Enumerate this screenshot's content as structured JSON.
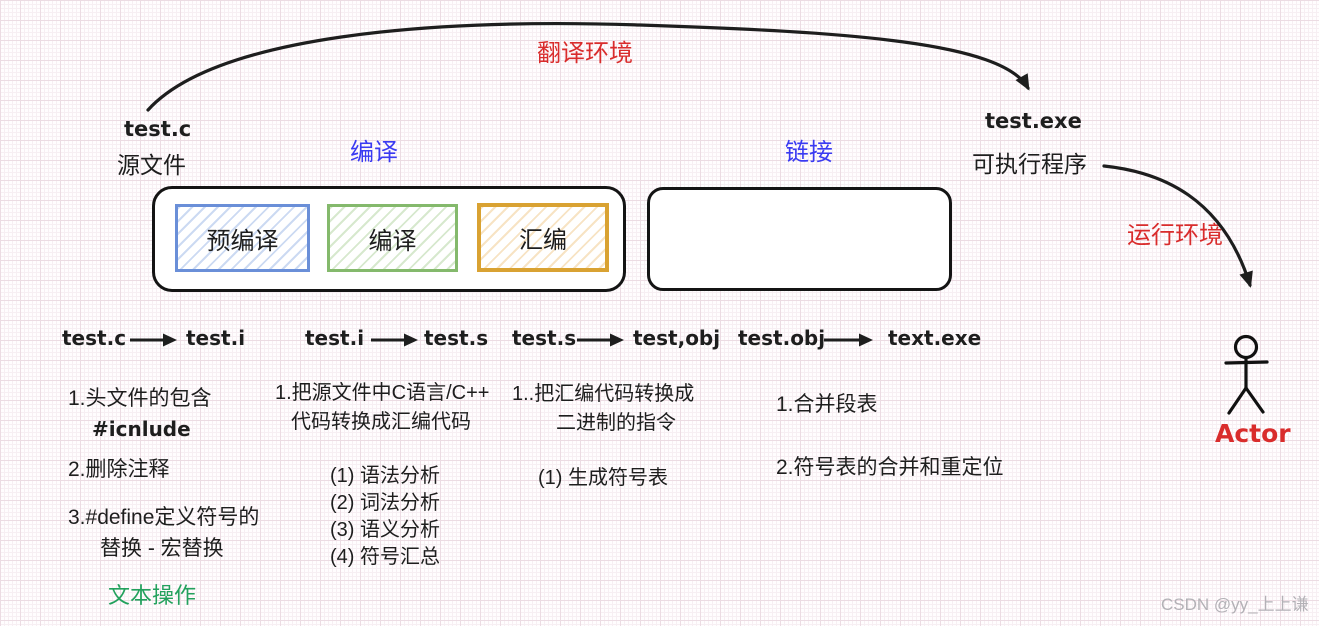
{
  "colors": {
    "red": "#d92c2c",
    "blue": "#3a3af2",
    "green": "#23a15d",
    "stage_blue_border": "#6a8fd8",
    "stage_green_border": "#84b96c",
    "stage_orange_border": "#d9a232",
    "ink": "#1e1e1e",
    "watermark_gray": "#b3b1b6"
  },
  "labels": {
    "translation_env": "翻译环境",
    "run_env": "运行环境",
    "compile": "编译",
    "link": "链接",
    "source_file_name": "test.c",
    "source_file_caption": "源文件",
    "exe_file_name": "test.exe",
    "exe_file_caption": "可执行程序",
    "actor": "Actor"
  },
  "stages": [
    {
      "label": "预编译"
    },
    {
      "label": "编译"
    },
    {
      "label": "汇编"
    }
  ],
  "file_flow": [
    {
      "from": "test.c",
      "to": "test.i"
    },
    {
      "from": "test.i",
      "to": "test.s"
    },
    {
      "from": "test.s",
      "to": "test,obj"
    },
    {
      "from": "test.obj",
      "to": "text.exe"
    }
  ],
  "notes": {
    "precompile": {
      "lines": [
        "1.头文件的包含",
        "#icnlude",
        "2.删除注释",
        "3.#define定义符号的",
        "替换 - 宏替换"
      ],
      "footer": "文本操作"
    },
    "compile": {
      "lines": [
        "1.把源文件中C语言/C++",
        "代码转换成汇编代码"
      ],
      "sub": [
        "(1) 语法分析",
        "(2) 词法分析",
        "(3) 语义分析",
        "(4) 符号汇总"
      ]
    },
    "assemble": {
      "lines": [
        "1..把汇编代码转换成",
        "二进制的指令"
      ],
      "sub": [
        "(1) 生成符号表"
      ]
    },
    "link": {
      "lines": [
        "1.合并段表",
        "2.符号表的合并和重定位"
      ]
    }
  },
  "watermark": "CSDN @yy_上上谦"
}
